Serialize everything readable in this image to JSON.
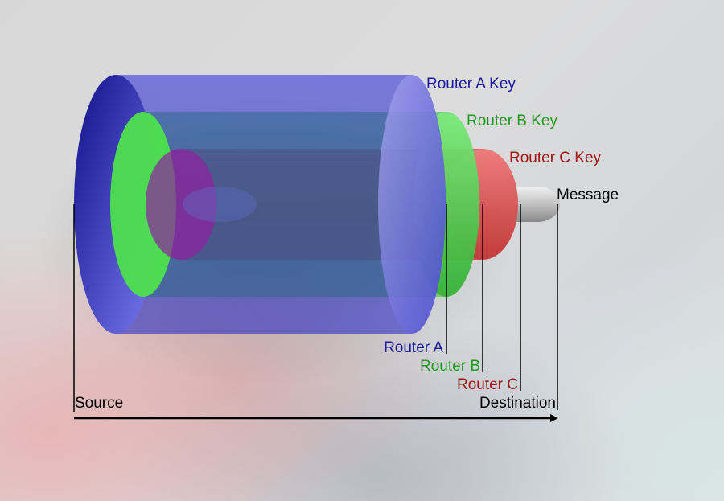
{
  "labels": {
    "router_a_key": "Router A Key",
    "router_b_key": "Router B Key",
    "router_c_key": "Router C Key",
    "message": "Message",
    "router_a": "Router A",
    "router_b": "Router B",
    "router_c": "Router C",
    "source": "Source",
    "destination": "Destination"
  },
  "colors": {
    "router_a": "#1a1aa0",
    "router_b": "#1f9a1f",
    "router_c": "#a31515",
    "text": "#000000"
  }
}
